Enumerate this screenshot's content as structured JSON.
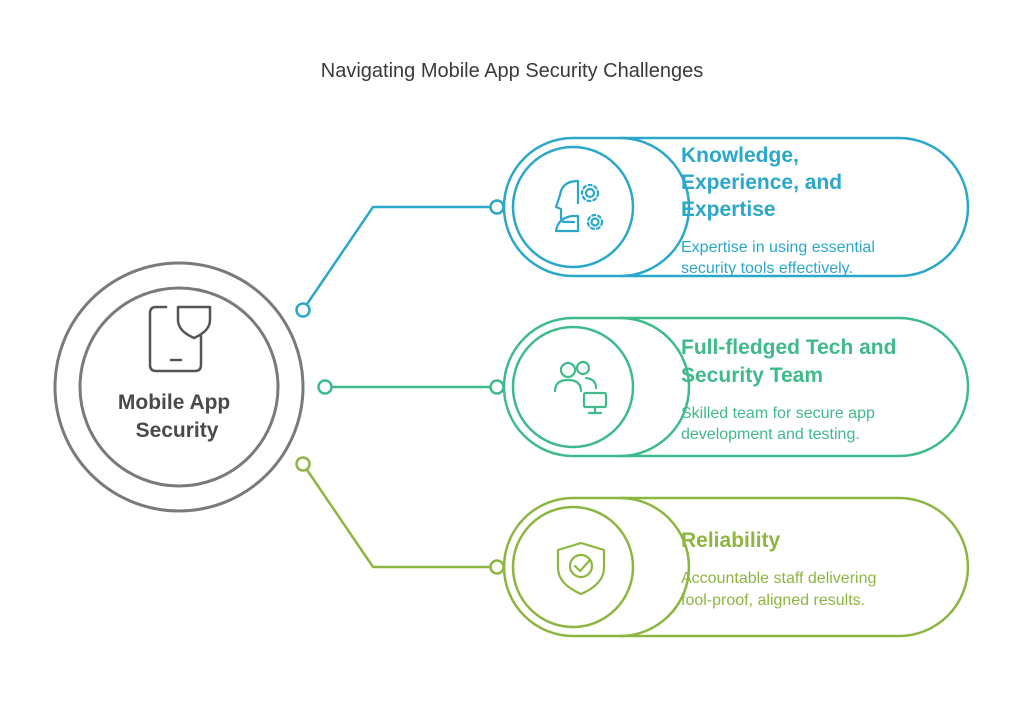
{
  "title": "Navigating Mobile App Security Challenges",
  "center": {
    "label_lines": [
      "Mobile App",
      "Security"
    ],
    "icon": "mobile-shield-icon",
    "color": "#7a7a7a"
  },
  "cards": [
    {
      "id": "knowledge",
      "title_lines": [
        "Knowledge,",
        "Experience, and",
        "Expertise"
      ],
      "desc_lines": [
        "Expertise in using essential",
        "security tools effectively."
      ],
      "icon": "head-gears-icon",
      "color": "#2aa7c9"
    },
    {
      "id": "team",
      "title_lines": [
        "Full-fledged Tech and",
        "Security Team"
      ],
      "desc_lines": [
        "Skilled team for secure app",
        "development and testing."
      ],
      "icon": "team-computer-icon",
      "color": "#3fba8a"
    },
    {
      "id": "reliability",
      "title_lines": [
        "Reliability"
      ],
      "desc_lines": [
        "Accountable staff delivering",
        "fool-proof, aligned results."
      ],
      "icon": "shield-check-icon",
      "color": "#8cb640"
    }
  ]
}
